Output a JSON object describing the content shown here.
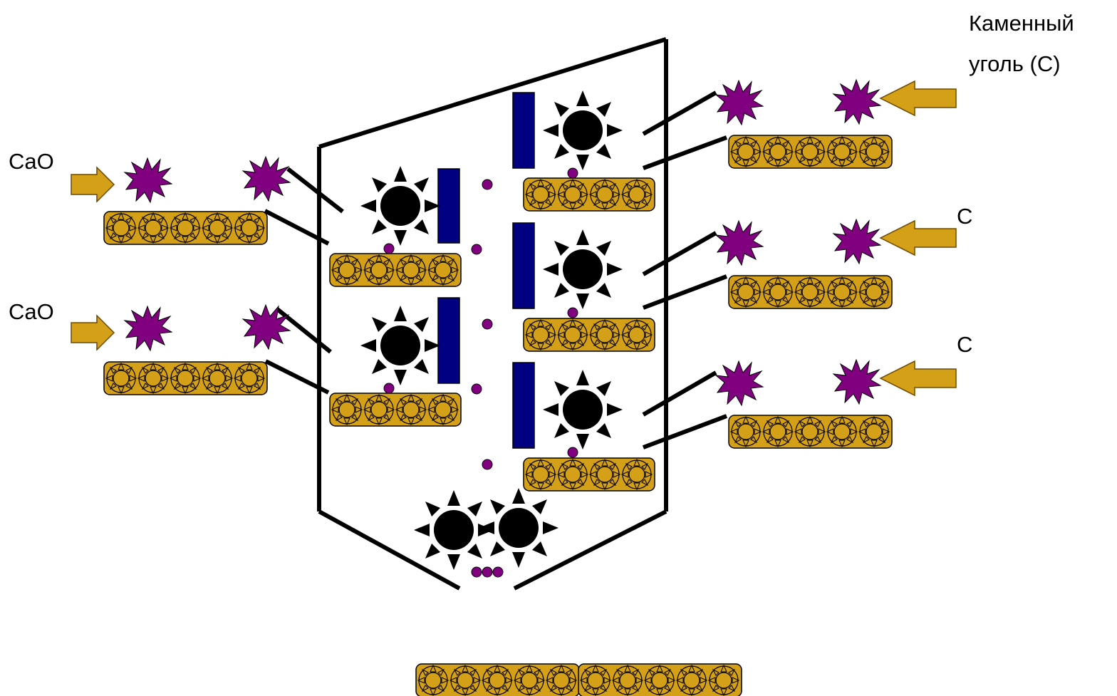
{
  "labels": {
    "cao_top": "CaO",
    "cao_bottom": "CaO",
    "coal_line1": "Каменный",
    "coal_line2": "уголь (С)",
    "c_middle": "С",
    "c_bottom": "С"
  },
  "colors": {
    "belt_fill": "#d4a017",
    "belt_stroke": "#6b4a00",
    "arrow_fill": "#d4a017",
    "burst_fill": "#800080",
    "electrode_fill": "#000080",
    "sun_fill": "#000000",
    "dot_fill": "#800080",
    "line": "#000000"
  },
  "icons": {
    "burst": "purple-burst-icon",
    "sun": "black-sun-icon",
    "arrow": "feed-arrow-icon"
  }
}
